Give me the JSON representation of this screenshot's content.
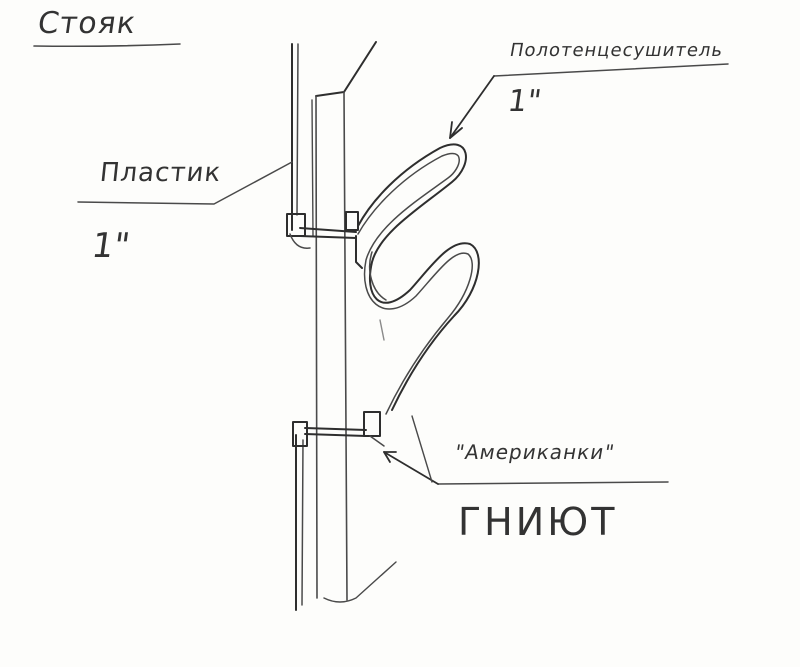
{
  "title": "Стояк",
  "labels": {
    "towel_rail": "Полотенцесушитель",
    "towel_rail_size": "1\"",
    "plug": "Пластик",
    "plug_size": "1\"",
    "union": "\"Американки\"",
    "bend": "ГНИЮТ"
  }
}
